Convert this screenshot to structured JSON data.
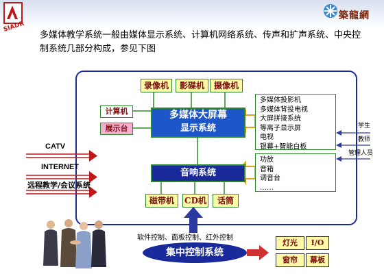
{
  "brand": {
    "name": "築龍網"
  },
  "logo": {
    "text": "SIADR"
  },
  "intro": {
    "text": "多媒体教学系统一般由媒体显示系统、计算机网络系统、传声和扩声系统、中央控制系统几部分构成，参见下图"
  },
  "video_sources": [
    "录像机",
    "影碟机",
    "摄像机"
  ],
  "inputs": {
    "computer": "计算机",
    "presenter": "展示台"
  },
  "display_system": {
    "line1": "多媒体大屏幕",
    "line2": "显示系统"
  },
  "display_devices": [
    "多媒体投影机",
    "多媒体背投电视",
    "大屏拼接系统",
    "等离子显示屏",
    "电视",
    "银幕+智能白板"
  ],
  "audio_system": {
    "label": "音响系统"
  },
  "audio_devices": [
    "功放",
    "音箱",
    "调音台",
    "……"
  ],
  "audio_sources": [
    "磁带机",
    "CD机",
    "话筒"
  ],
  "external_links": [
    "CATV",
    "INTERNET",
    "远程教学/会议系统"
  ],
  "users": [
    "学生",
    "教师",
    "管理人员"
  ],
  "control": {
    "methods": "软件控制、面板控制、红外控制",
    "label": "集中控制系统",
    "outputs": [
      "灯光",
      "I/O",
      "窗帘",
      "幕板"
    ]
  },
  "colors": {
    "frame": "#1a2a9a",
    "blue_box": "#1d56c8",
    "yellow": "#fff9a8",
    "green": "#2a8a2a",
    "pink": "#f5b0d0"
  }
}
